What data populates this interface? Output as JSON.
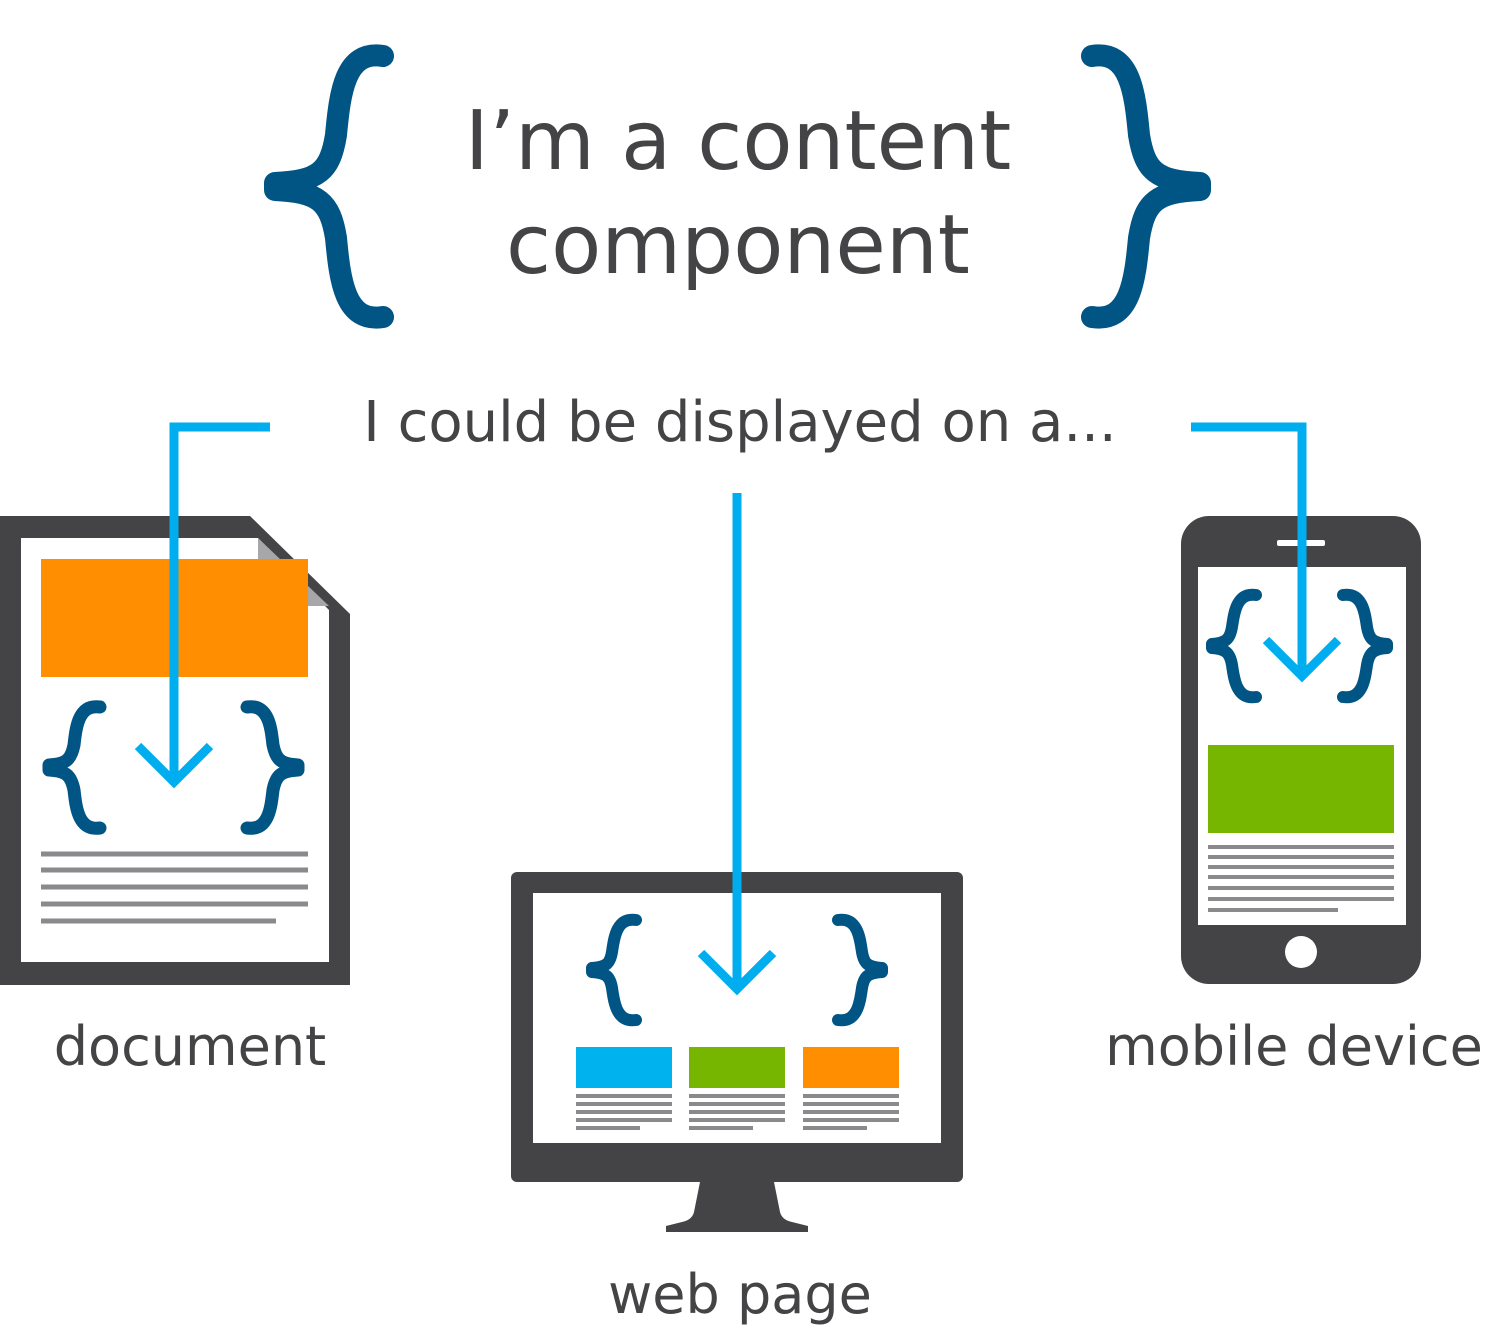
{
  "title": {
    "line1": "I’m a content",
    "line2": "component"
  },
  "subtitle": "I could be displayed on a...",
  "devices": {
    "document": {
      "label": "document"
    },
    "web_page": {
      "label": "web page"
    },
    "mobile_device": {
      "label": "mobile device"
    }
  },
  "colors": {
    "brace": "#005584",
    "arrow": "#00aeef",
    "device": "#444446",
    "text_lines": "#8a8a8c",
    "orange": "#ff8f00",
    "green": "#76b500",
    "blue": "#00b2ee",
    "fold": "#a7a7a9"
  },
  "icons": [
    "curly-brace-icon",
    "arrow-down-icon",
    "document-icon",
    "monitor-icon",
    "smartphone-icon"
  ]
}
